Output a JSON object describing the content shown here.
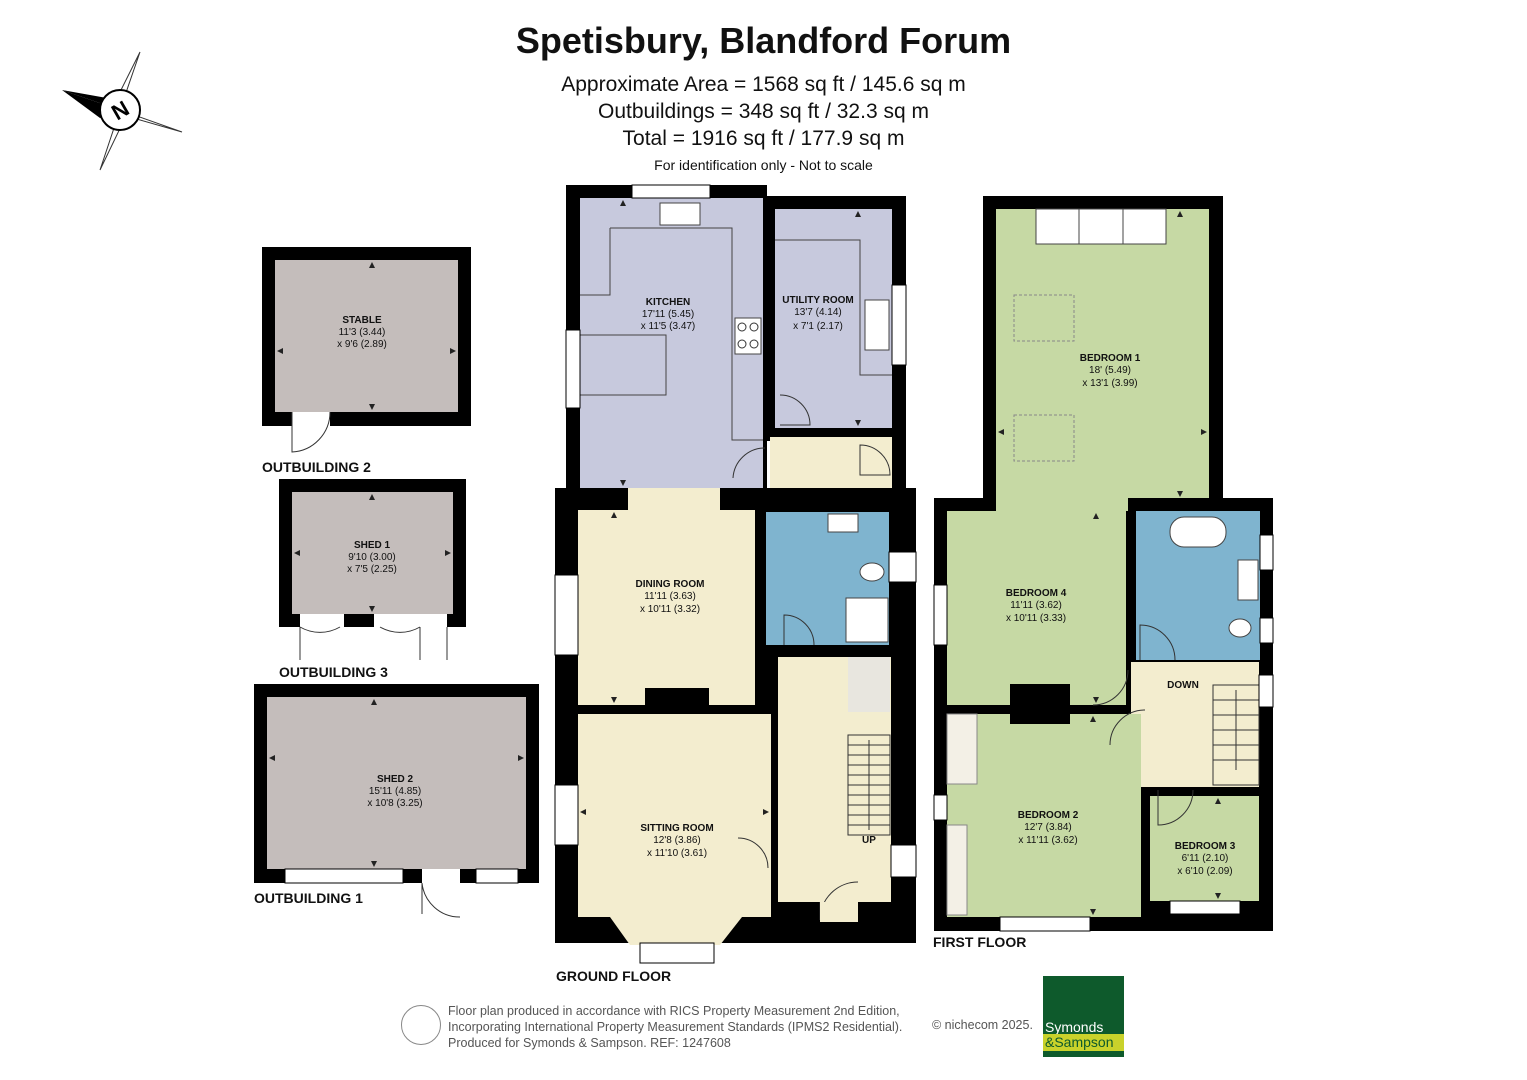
{
  "header": {
    "title": "Spetisbury, Blandford Forum",
    "approx_area": "Approximate Area = 1568 sq ft / 145.6 sq m",
    "outbuildings": "Outbuildings = 348 sq ft / 32.3 sq m",
    "total": "Total = 1916 sq ft / 177.9 sq m",
    "note": "For identification only - Not to scale"
  },
  "compass": {
    "letter": "N",
    "icon": "compass-icon"
  },
  "colors": {
    "kitchen": "#c7c9dd",
    "living": "#f3edcf",
    "bathroom": "#7fb4cf",
    "bedroom": "#c6d9a4",
    "outbuilding": "#c4bdbb",
    "logo_green": "#0e5a2c",
    "logo_yellow": "#c9d22b"
  },
  "floors": {
    "ground": "GROUND FLOOR",
    "first": "FIRST FLOOR",
    "outbuilding1": "OUTBUILDING 1",
    "outbuilding2": "OUTBUILDING 2",
    "outbuilding3": "OUTBUILDING 3"
  },
  "rooms": {
    "stable": {
      "name": "STABLE",
      "dim1": "11'3 (3.44)",
      "dim2": "x 9'6 (2.89)"
    },
    "shed1": {
      "name": "SHED 1",
      "dim1": "9'10 (3.00)",
      "dim2": "x 7'5 (2.25)"
    },
    "shed2": {
      "name": "SHED 2",
      "dim1": "15'11 (4.85)",
      "dim2": "x 10'8 (3.25)"
    },
    "kitchen": {
      "name": "KITCHEN",
      "dim1": "17'11 (5.45)",
      "dim2": "x 11'5 (3.47)"
    },
    "utility": {
      "name": "UTILITY ROOM",
      "dim1": "13'7 (4.14)",
      "dim2": "x 7'1 (2.17)"
    },
    "dining": {
      "name": "DINING ROOM",
      "dim1": "11'11 (3.63)",
      "dim2": "x 10'11 (3.32)"
    },
    "sitting": {
      "name": "SITTING ROOM",
      "dim1": "12'8 (3.86)",
      "dim2": "x 11'10 (3.61)"
    },
    "bedroom1": {
      "name": "BEDROOM 1",
      "dim1": "18' (5.49)",
      "dim2": "x 13'1 (3.99)"
    },
    "bedroom4": {
      "name": "BEDROOM 4",
      "dim1": "11'11 (3.62)",
      "dim2": "x 10'11 (3.33)"
    },
    "bedroom2": {
      "name": "BEDROOM 2",
      "dim1": "12'7 (3.84)",
      "dim2": "x 11'11 (3.62)"
    },
    "bedroom3": {
      "name": "BEDROOM 3",
      "dim1": "6'11 (2.10)",
      "dim2": "x 6'10 (2.09)"
    }
  },
  "stairs": {
    "up": "UP",
    "down": "DOWN"
  },
  "footer": {
    "line1": "Floor plan produced in accordance with RICS Property Measurement 2nd Edition,",
    "line2": "Incorporating International Property Measurement Standards (IPMS2 Residential).",
    "line3": "Produced for Symonds & Sampson.   REF:  1247608",
    "copyright": "© nichecom 2025.",
    "logo_line1": "Symonds",
    "logo_line2": "&Sampson"
  }
}
